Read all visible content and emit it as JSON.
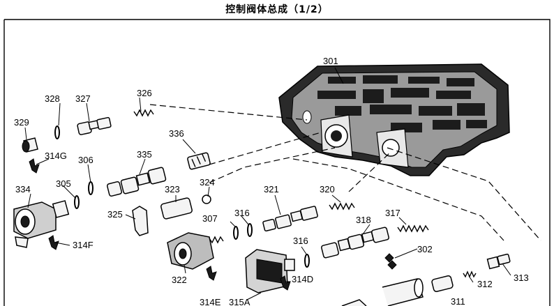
{
  "title": "控制阀体总成（1/2）",
  "callouts": {
    "p301": "301",
    "p302": "302",
    "p305": "305",
    "p306": "306",
    "p307": "307",
    "p311": "311",
    "p312": "312",
    "p313": "313",
    "p314D": "314D",
    "p314E": "314E",
    "p314F": "314F",
    "p314G": "314G",
    "p315A": "315A",
    "p316a": "316",
    "p316b": "316",
    "p317": "317",
    "p318": "318",
    "p320": "320",
    "p321": "321",
    "p322": "322",
    "p323": "323",
    "p324": "324",
    "p325": "325",
    "p326": "326",
    "p327": "327",
    "p328": "328",
    "p329": "329",
    "p334": "334",
    "p335": "335",
    "p336": "336"
  }
}
